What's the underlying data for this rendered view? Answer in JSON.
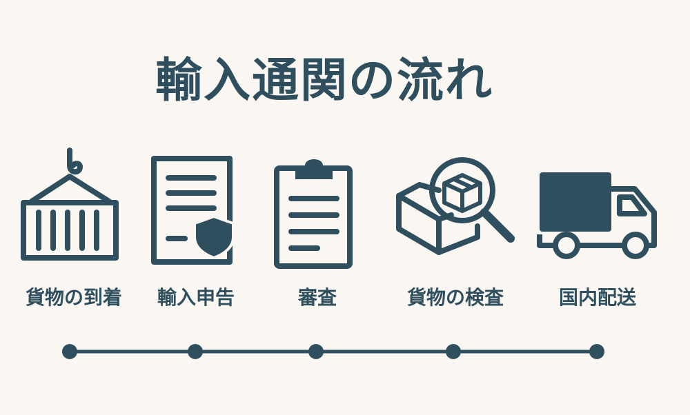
{
  "title": "輸入通関の流れ",
  "steps": [
    {
      "label": "貨物の到着",
      "icon": "container-icon"
    },
    {
      "label": "輸入申告",
      "icon": "document-shield-icon"
    },
    {
      "label": "審査",
      "icon": "clipboard-icon"
    },
    {
      "label": "貨物の検査",
      "icon": "box-magnifier-icon"
    },
    {
      "label": "国内配送",
      "icon": "truck-icon"
    }
  ],
  "colors": {
    "background": "#faf7f2",
    "primary": "#2f4f5f"
  }
}
